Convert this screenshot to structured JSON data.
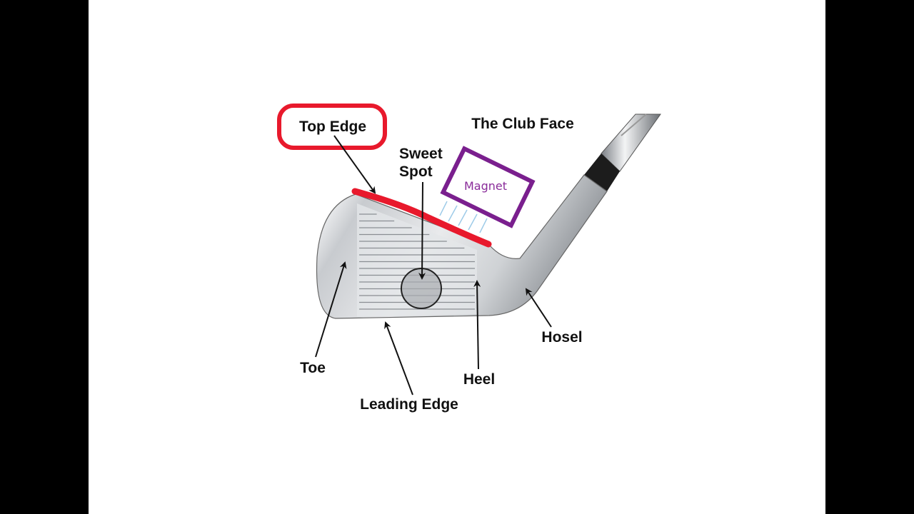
{
  "title": "The Club Face",
  "labels": {
    "top_edge": "Top Edge",
    "sweet_spot_line1": "Sweet",
    "sweet_spot_line2": "Spot",
    "magnet": "Magnet",
    "toe": "Toe",
    "leading_edge": "Leading Edge",
    "heel": "Heel",
    "hosel": "Hosel"
  },
  "colors": {
    "highlight_red": "#e8192c",
    "magnet_purple": "#7a1f8e",
    "background": "#ffffff",
    "letterbox": "#000000"
  }
}
